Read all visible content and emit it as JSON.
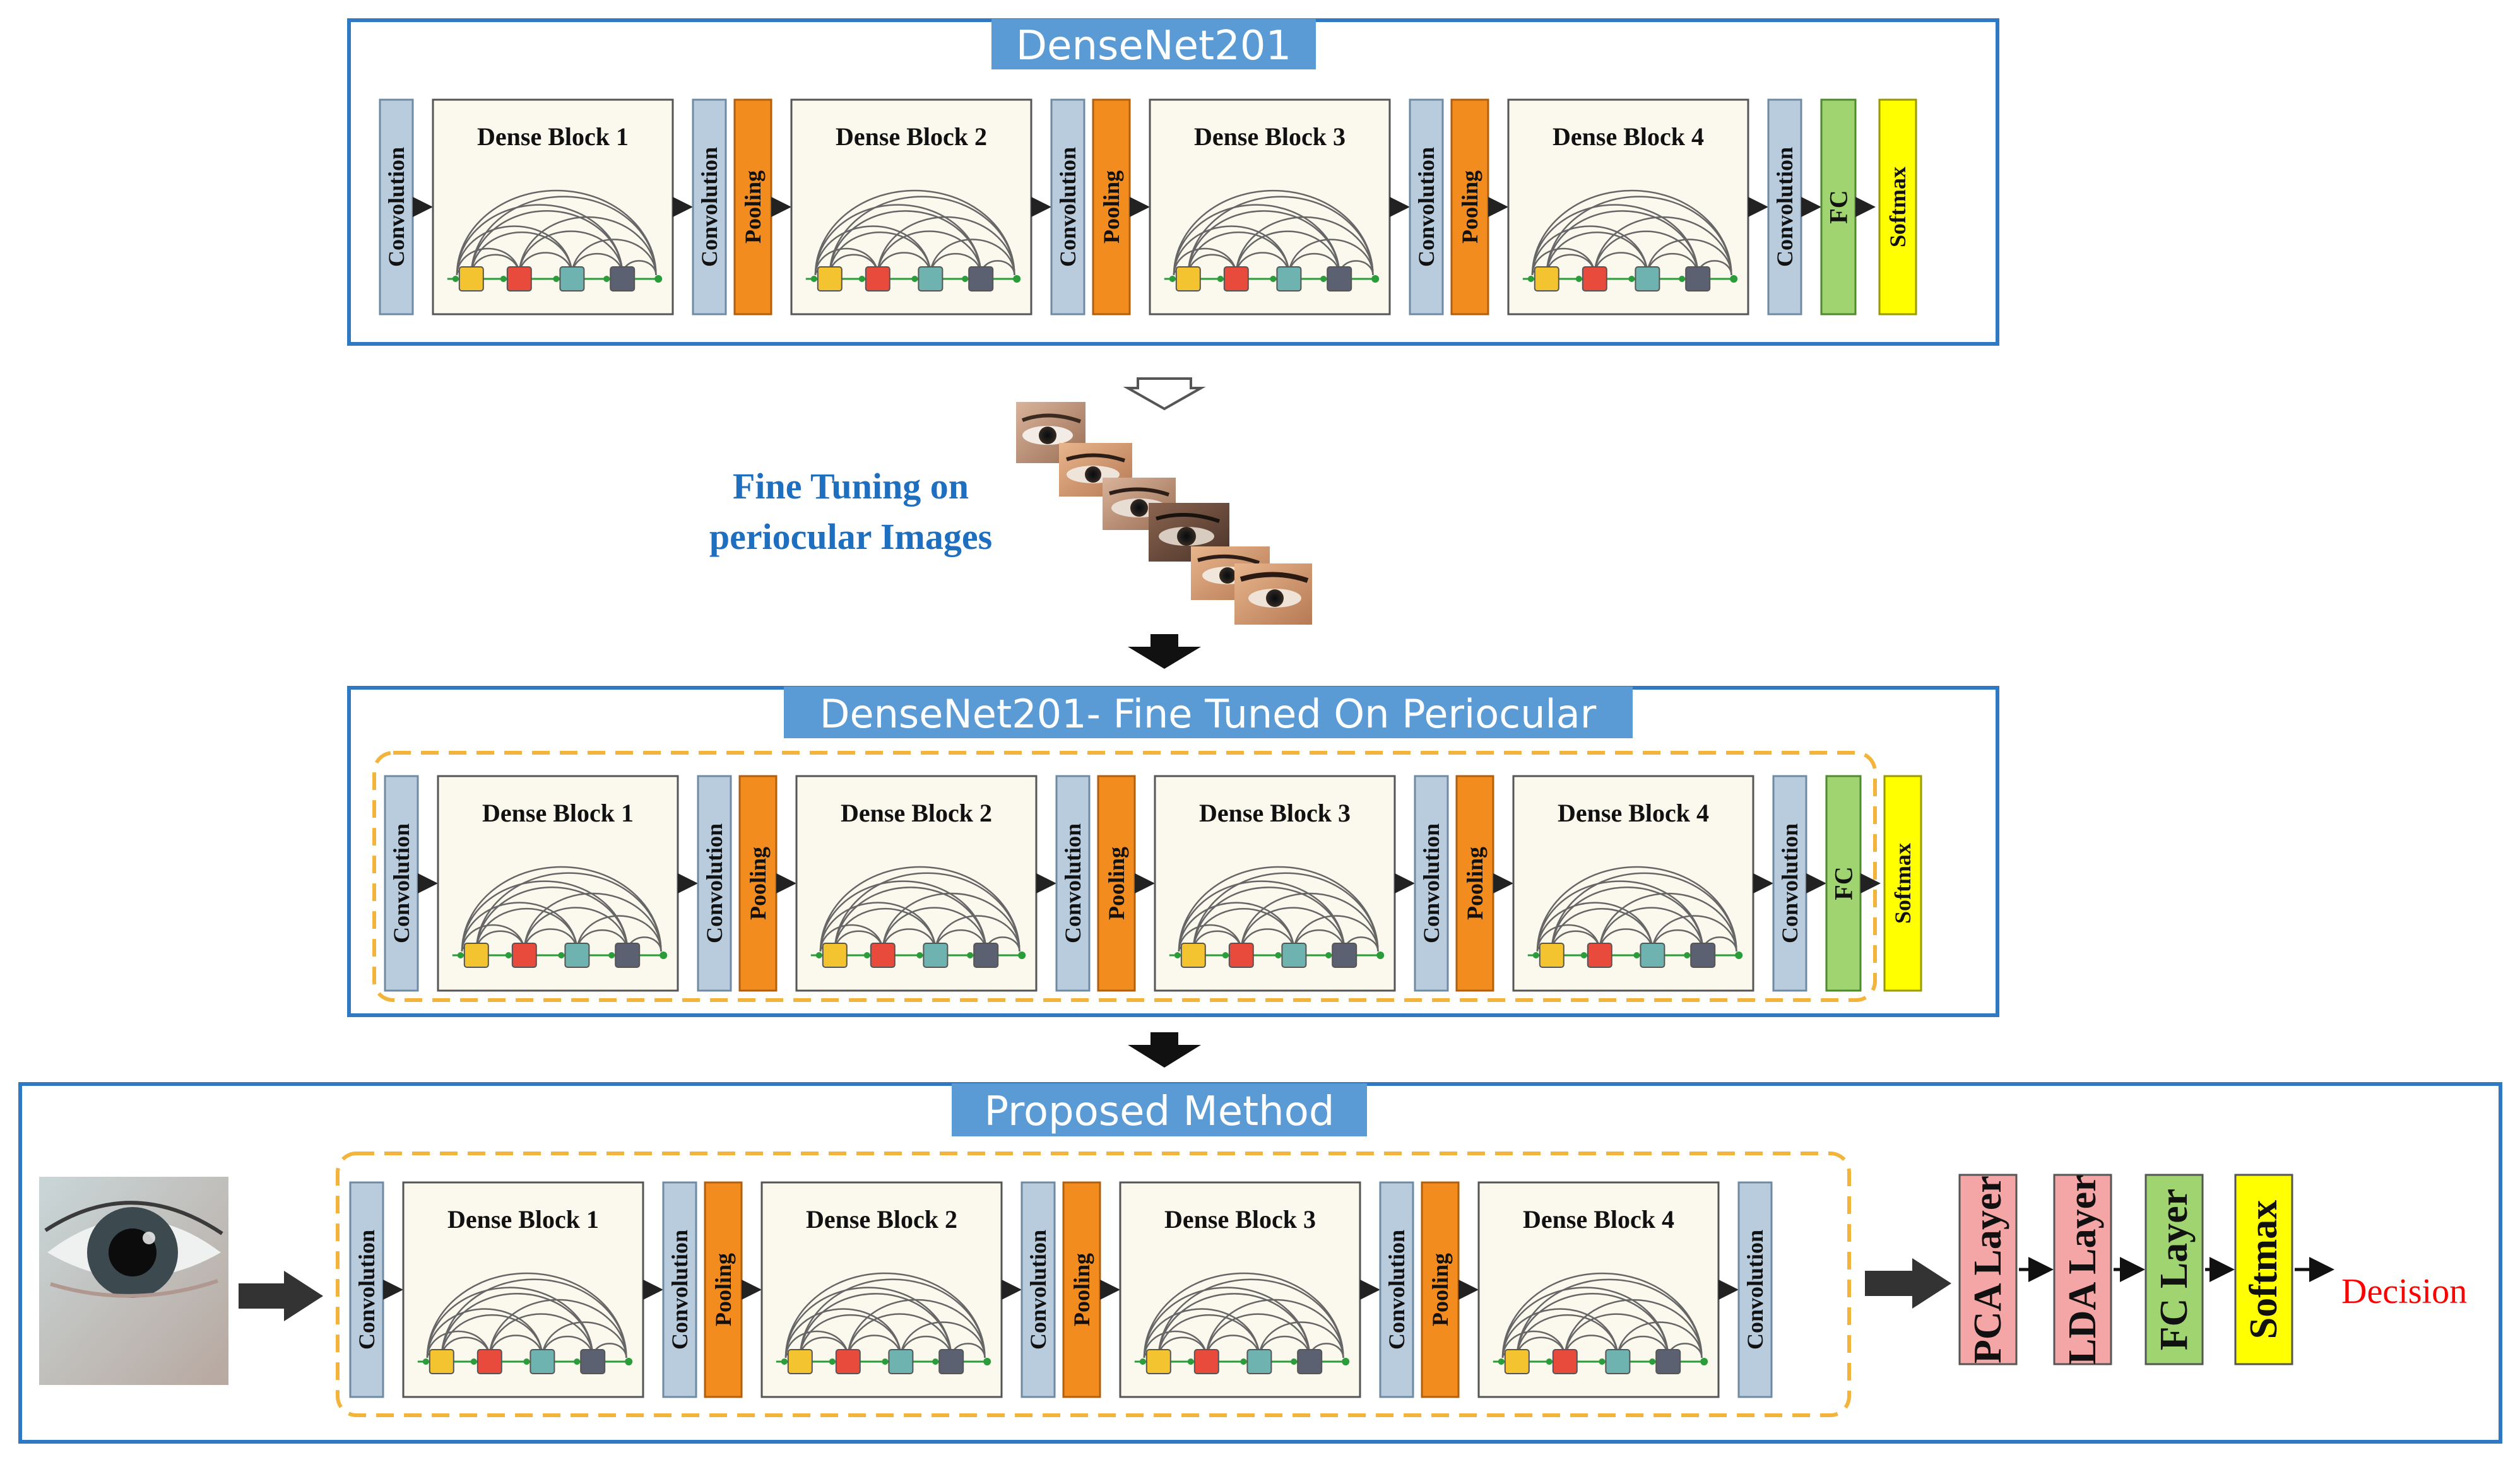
{
  "colors": {
    "frame_border": "#2f78c4",
    "title_bg": "#5b9bd5",
    "title_text": "#ffffff",
    "conv_fill": "#b9ccdd",
    "conv_stroke": "#6f8aa3",
    "pool_fill": "#f28c1f",
    "fc_fill": "#9fd470",
    "softmax_fill": "#ffff00",
    "dashed": "#f2b43a",
    "block_bg": "#fbf8ee",
    "pca_fill": "#f4a6a6",
    "decision_text": "#ff0000",
    "finetune_text": "#1f6fc0",
    "node_colors": [
      "#f4c430",
      "#e84a3c",
      "#6fb3b0",
      "#5b6170"
    ]
  },
  "panels": [
    {
      "title": "DenseNet201",
      "dense_blocks": [
        "Dense Block 1",
        "Dense Block 2",
        "Dense Block 3",
        "Dense Block 4"
      ],
      "conv_label": "Convolution",
      "pool_label": "Pooling",
      "fc_label": "FC",
      "softmax_label": "Softmax"
    },
    {
      "title": "DenseNet201- Fine Tuned On Periocular",
      "dense_blocks": [
        "Dense Block 1",
        "Dense Block 2",
        "Dense Block 3",
        "Dense Block 4"
      ],
      "conv_label": "Convolution",
      "pool_label": "Pooling",
      "fc_label": "FC",
      "softmax_label": "Softmax"
    },
    {
      "title": "Proposed Method",
      "dense_blocks": [
        "Dense Block 1",
        "Dense Block 2",
        "Dense Block 3",
        "Dense Block 4"
      ],
      "conv_label": "Convolution",
      "pool_label": "Pooling"
    }
  ],
  "fine_tuning": {
    "line1": "Fine Tuning on",
    "line2": "periocular Images"
  },
  "head_layers": [
    {
      "label": "PCA  Layer",
      "color": "#f4a6a6"
    },
    {
      "label": "LDA  Layer",
      "color": "#f4a6a6"
    },
    {
      "label": "FC Layer",
      "color": "#9fd470"
    },
    {
      "label": "Softmax",
      "color": "#ffff00"
    }
  ],
  "decision": "Decision"
}
